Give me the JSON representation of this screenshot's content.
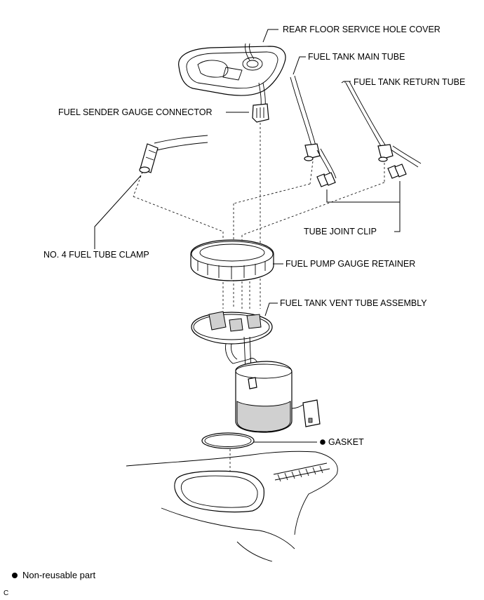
{
  "labels": {
    "rear_floor_cover": "REAR FLOOR SERVICE HOLE COVER",
    "main_tube": "FUEL TANK MAIN TUBE",
    "return_tube": "FUEL TANK RETURN TUBE",
    "sender_connector": "FUEL SENDER GAUGE CONNECTOR",
    "tube_joint_clip": "TUBE JOINT CLIP",
    "tube_clamp": "NO. 4 FUEL TUBE CLAMP",
    "retainer": "FUEL PUMP GAUGE RETAINER",
    "vent_tube": "FUEL TANK VENT TUBE ASSEMBLY",
    "gasket": "GASKET"
  },
  "legend": {
    "non_reusable": "Non-reusable part"
  },
  "figure_code": "C"
}
